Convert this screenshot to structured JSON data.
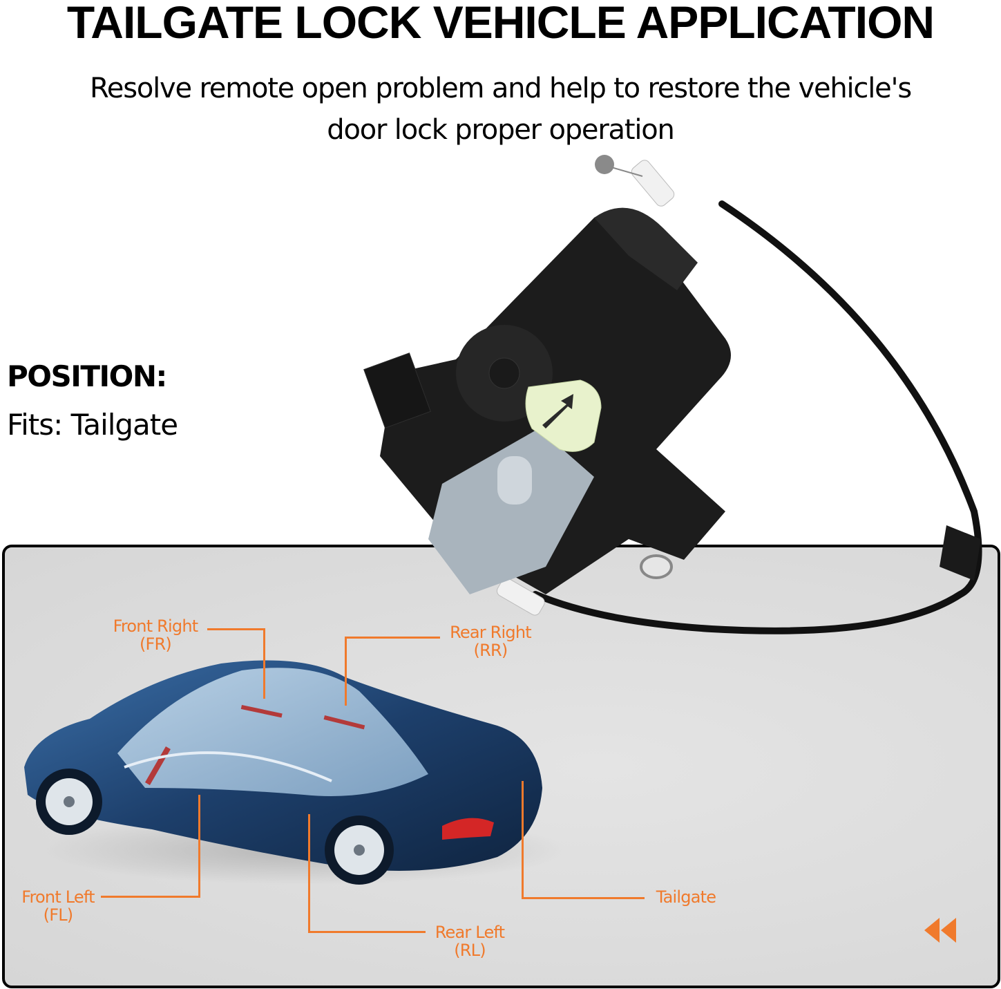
{
  "header": {
    "title": "TAILGATE LOCK VEHICLE APPLICATION",
    "subtitle_line1": "Resolve remote open problem and help to restore the vehicle's",
    "subtitle_line2": "door lock proper operation"
  },
  "position": {
    "heading": "POSITION:",
    "fits": "Fits: Tailgate"
  },
  "callouts": {
    "front_right": {
      "name": "Front Right",
      "code": "(FR)"
    },
    "rear_right": {
      "name": "Rear Right",
      "code": "(RR)"
    },
    "front_left": {
      "name": "Front Left",
      "code": "(FL)"
    },
    "rear_left": {
      "name": "Rear Left",
      "code": "(RL)"
    },
    "tailgate": {
      "name": "Tailgate"
    }
  },
  "images": {
    "product": "tailgate-lock-actuator-with-cable",
    "vehicle": "cutaway-sedan-illustration"
  },
  "icons": {
    "nav": "rewind-double-left-arrow-icon"
  },
  "colors": {
    "accent": "#f07a2c",
    "text": "#000000",
    "panel_bg": "#dcdcdc",
    "panel_border": "#000000",
    "car_body": "#1d3f6b"
  }
}
